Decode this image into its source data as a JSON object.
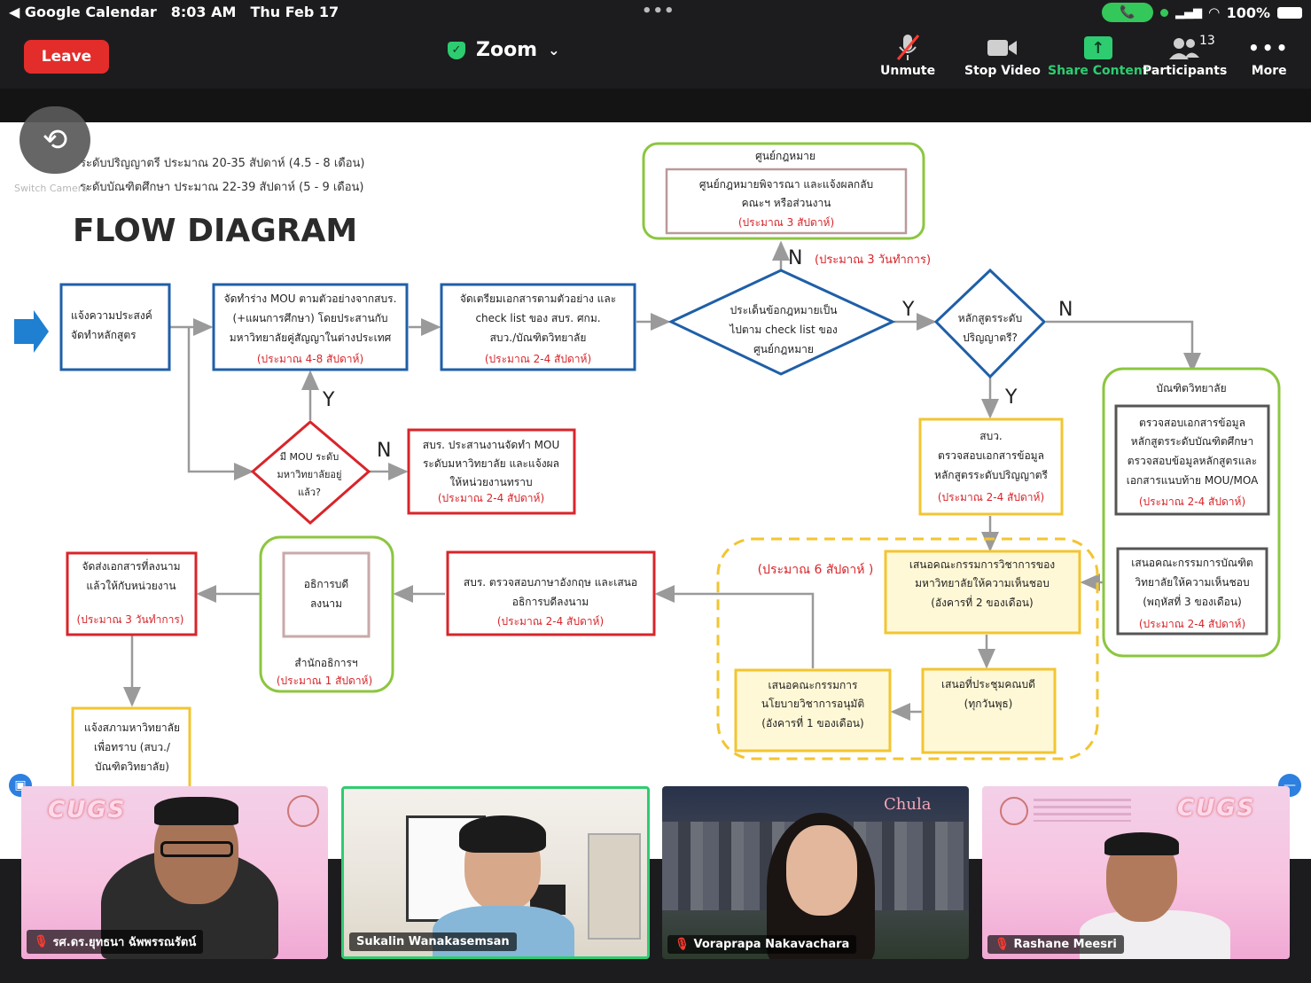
{
  "status": {
    "app": "Google Calendar",
    "time": "8:03 AM",
    "date": "Thu Feb 17",
    "dots": "•••",
    "battery": "100%"
  },
  "toolbar": {
    "leave": "Leave",
    "title": "Zoom",
    "unmute": "Unmute",
    "stop_video": "Stop Video",
    "share": "Share Content",
    "participants": "Participants",
    "participants_count": "13",
    "more": "More"
  },
  "camera": {
    "label": "Switch Camera"
  },
  "slide": {
    "note1": "ระดับปริญญาตรี ประมาณ 20-35 สัปดาห์ (4.5 - 8 เดือน)",
    "note2": "ระดับบัณฑิตศึกษา ประมาณ 22-39 สัปดาห์ (5 - 9 เดือน)",
    "title": "FLOW DIAGRAM",
    "b1": [
      "แจ้งความประสงค์",
      "จัดทำหลักสูตร"
    ],
    "b2": [
      "จัดทำร่าง MOU ตามตัวอย่างจากสบร.",
      "(+แผนการศึกษา) โดยประสานกับ",
      "มหาวิทยาลัยคู่สัญญาในต่างประเทศ"
    ],
    "b2t": "(ประมาณ 4-8 สัปดาห์)",
    "b3": [
      "จัดเตรียมเอกสารตามตัวอย่าง และ",
      "check list ของ สบร. ศกม.",
      "สบว./บัณฑิตวิทยาลัย"
    ],
    "b3t": "(ประมาณ 2-4 สัปดาห์)",
    "d1": [
      "ประเด็นข้อกฎหมายเป็น",
      "ไปตาม check list ของ",
      "ศูนย์กฎหมาย"
    ],
    "d2": [
      "หลักสูตรระดับ",
      "ปริญญาตรี?"
    ],
    "legal_title": "ศูนย์กฎหมาย",
    "legal": [
      "ศูนย์กฎหมายพิจารณา และแจ้งผลกลับ",
      "คณะฯ หรือส่วนงาน"
    ],
    "legal_t": "(ประมาณ 3 สัปดาห์)",
    "n_legal_t": "(ประมาณ 3 วันทำการ)",
    "y": "Y",
    "n": "N",
    "d3": [
      "มี MOU ระดับ",
      "มหาวิทยาลัยอยู่",
      "แล้ว?"
    ],
    "b4": [
      "สบร. ประสานงานจัดทำ MOU",
      "ระดับมหาวิทยาลัย และแจ้งผล",
      "ให้หน่วยงานทราบ"
    ],
    "b4t": "(ประมาณ 2-4 สัปดาห์)",
    "grad_title": "บัณฑิตวิทยาลัย",
    "g1": [
      "ตรวจสอบเอกสารข้อมูล",
      "หลักสูตรระดับบัณฑิตศึกษา",
      "ตรวจสอบข้อมูลหลักสูตรและ",
      "เอกสารแนบท้าย MOU/MOA"
    ],
    "g1t": "(ประมาณ 2-4 สัปดาห์)",
    "g2": [
      "เสนอคณะกรรมการบัณฑิต",
      "วิทยาลัยให้ความเห็นชอบ",
      "(พฤหัสที่ 3 ของเดือน)"
    ],
    "g2t": "(ประมาณ 2-4 สัปดาห์)",
    "u1": [
      "สบว.",
      "ตรวจสอบเอกสารข้อมูล",
      "หลักสูตรระดับปริญญาตรี"
    ],
    "u1t": "(ประมาณ 2-4 สัปดาห์)",
    "six_weeks": "(ประมาณ 6 สัปดาห์ )",
    "u2": [
      "เสนอคณะกรรมการวิชาการของ",
      "มหาวิทยาลัยให้ความเห็นชอบ",
      "(อังคารที่ 2 ของเดือน)"
    ],
    "u3": [
      "เสนอที่ประชุมคณบดี",
      "(ทุกวันพุธ)"
    ],
    "u4": [
      "เสนอคณะกรรมการ",
      "นโยบายวิชาการอนุมัติ",
      "(อังคารที่ 1 ของเดือน)"
    ],
    "b5": [
      "สบร. ตรวจสอบภาษาอังกฤษ และเสนอ",
      "อธิการบดีลงนาม"
    ],
    "b5t": "(ประมาณ 2-4 สัปดาห์)",
    "pres": [
      "อธิการบดี",
      "ลงนาม"
    ],
    "pres_office": "สำนักอธิการฯ",
    "pres_t": "(ประมาณ 1 สัปดาห์)",
    "b6": [
      "จัดส่งเอกสารที่ลงนาม",
      "แล้วให้กับหน่วยงาน"
    ],
    "b6t": "(ประมาณ 3 วันทำการ)",
    "b7": [
      "แจ้งสภามหาวิทยาลัย",
      "เพื่อทราบ (สบว./",
      "บัณฑิตวิทยาลัย)"
    ]
  },
  "participants": [
    {
      "name": "รศ.ดร.ยุทธนา ฉัพพรรณรัตน์",
      "muted": true
    },
    {
      "name": "Sukalin Wanakasemsan",
      "muted": false
    },
    {
      "name": "Voraprapa Nakavachara",
      "muted": true
    },
    {
      "name": "Rashane Meesri",
      "muted": true
    }
  ],
  "tiles": {
    "cugs": "CUGS",
    "chula": "Chula"
  },
  "colors": {
    "blue": "#1f5fa8",
    "red": "#d8252a",
    "yellow": "#f2c531",
    "green": "#8cc63f",
    "gray": "#6b6b6b",
    "leave": "#e22d2b",
    "share_green": "#2ecc71"
  }
}
